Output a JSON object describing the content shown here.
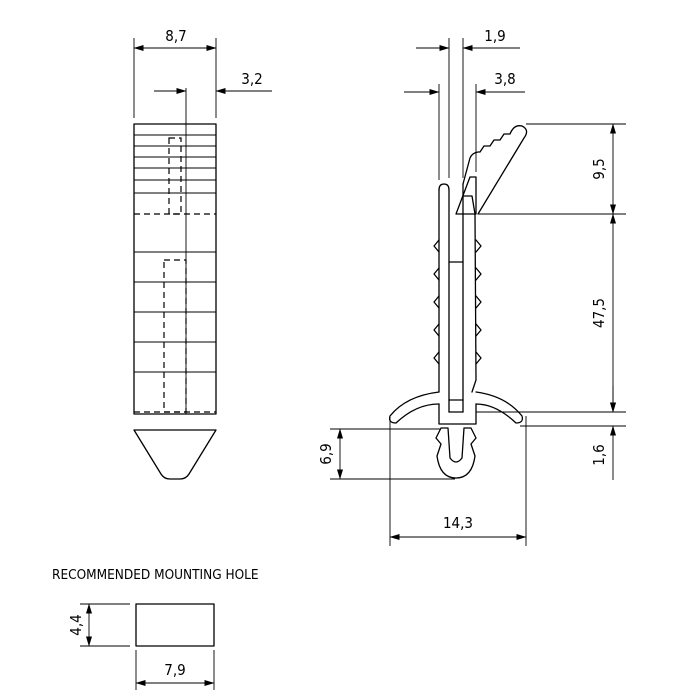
{
  "dimensions": {
    "width_total": "8,7",
    "center_offset": "3,2",
    "stem_thickness": "1,9",
    "clip_width": "3,8",
    "head_height": "9,5",
    "stem_length": "47,5",
    "flange_gap": "1,6",
    "plug_length": "6,9",
    "flange_span": "14,3",
    "hole_height": "4,4",
    "hole_width": "7,9"
  },
  "captions": {
    "mounting_hole": "RECOMMENDED MOUNTING HOLE"
  }
}
